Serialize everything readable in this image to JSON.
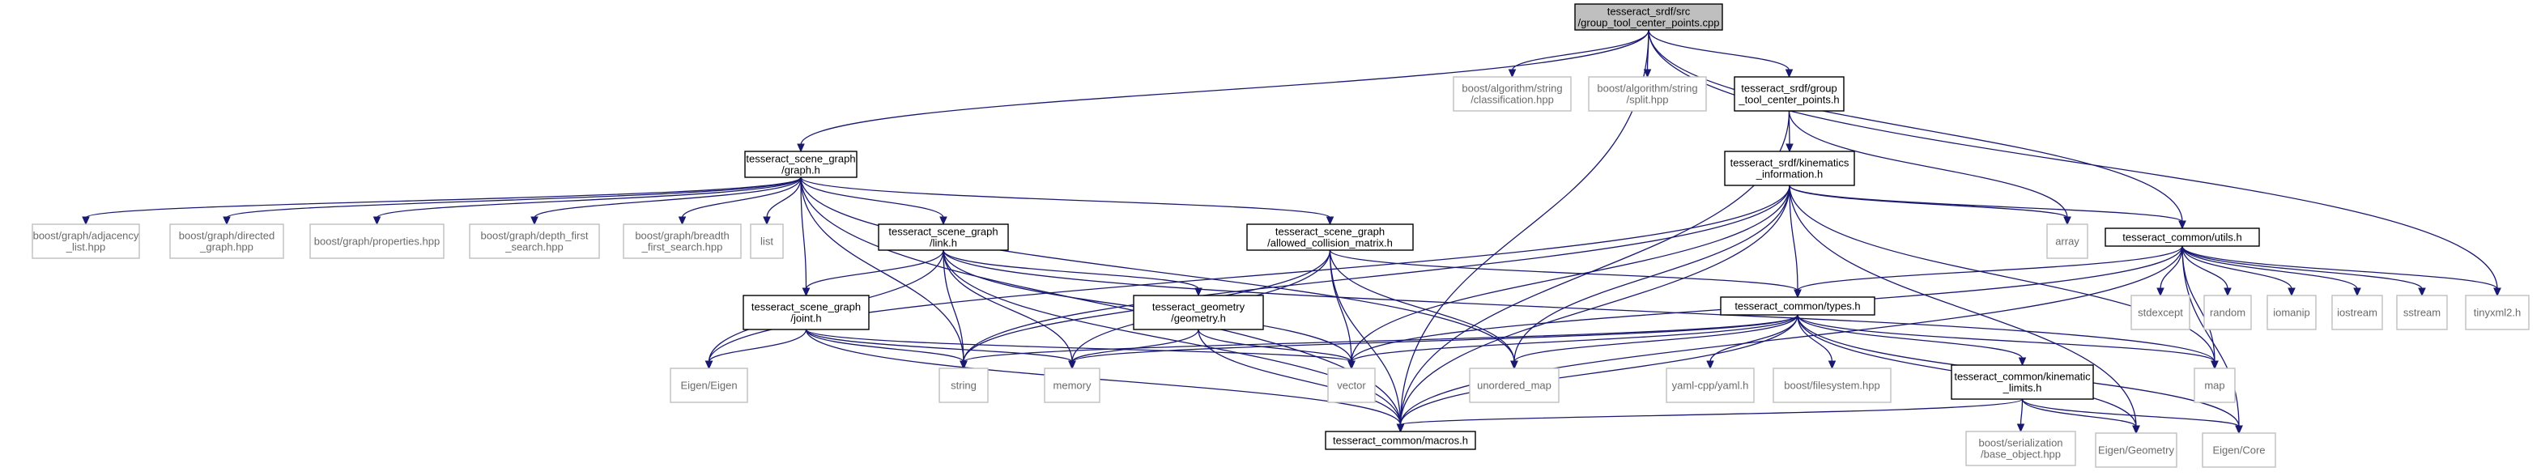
{
  "graph": {
    "title": "tesseract_srdf/src/group_tool_center_points.cpp include dependency graph",
    "colors": {
      "edge": "#191970",
      "root_fill": "#bfbfbf",
      "root_border": "#000000",
      "file_border": "#000000",
      "external_border": "#bfbfbf",
      "external_text": "#6a6a6a",
      "text": "#000000"
    },
    "nodes": [
      {
        "id": "root",
        "lines": [
          "tesseract_srdf/src",
          "/group_tool_center_points.cpp"
        ],
        "kind": "root"
      },
      {
        "id": "boost-string-classification",
        "lines": [
          "boost/algorithm/string",
          "/classification.hpp"
        ],
        "kind": "external"
      },
      {
        "id": "boost-string-split",
        "lines": [
          "boost/algorithm/string",
          "/split.hpp"
        ],
        "kind": "external"
      },
      {
        "id": "group-tcp",
        "lines": [
          "tesseract_srdf/group",
          "_tool_center_points.h"
        ],
        "kind": "file"
      },
      {
        "id": "kinematics-info",
        "lines": [
          "tesseract_srdf/kinematics",
          "_information.h"
        ],
        "kind": "file"
      },
      {
        "id": "scene-graph",
        "lines": [
          "tesseract_scene_graph",
          "/graph.h"
        ],
        "kind": "file"
      },
      {
        "id": "adjacency-list",
        "lines": [
          "boost/graph/adjacency",
          "_list.hpp"
        ],
        "kind": "external"
      },
      {
        "id": "directed-graph",
        "lines": [
          "boost/graph/directed",
          "_graph.hpp"
        ],
        "kind": "external"
      },
      {
        "id": "properties",
        "lines": [
          "boost/graph/properties.hpp"
        ],
        "kind": "external"
      },
      {
        "id": "dfs",
        "lines": [
          "boost/graph/depth_first",
          "_search.hpp"
        ],
        "kind": "external"
      },
      {
        "id": "bfs",
        "lines": [
          "boost/graph/breadth",
          "_first_search.hpp"
        ],
        "kind": "external"
      },
      {
        "id": "list",
        "lines": [
          "list"
        ],
        "kind": "external"
      },
      {
        "id": "link",
        "lines": [
          "tesseract_scene_graph",
          "/link.h"
        ],
        "kind": "file"
      },
      {
        "id": "acm",
        "lines": [
          "tesseract_scene_graph",
          "/allowed_collision_matrix.h"
        ],
        "kind": "file"
      },
      {
        "id": "array",
        "lines": [
          "array"
        ],
        "kind": "external"
      },
      {
        "id": "utils",
        "lines": [
          "tesseract_common/utils.h"
        ],
        "kind": "file"
      },
      {
        "id": "joint",
        "lines": [
          "tesseract_scene_graph",
          "/joint.h"
        ],
        "kind": "file"
      },
      {
        "id": "geometry",
        "lines": [
          "tesseract_geometry",
          "/geometry.h"
        ],
        "kind": "file"
      },
      {
        "id": "types",
        "lines": [
          "tesseract_common/types.h"
        ],
        "kind": "file"
      },
      {
        "id": "stdexcept",
        "lines": [
          "stdexcept"
        ],
        "kind": "external"
      },
      {
        "id": "random",
        "lines": [
          "random"
        ],
        "kind": "external"
      },
      {
        "id": "iomanip",
        "lines": [
          "iomanip"
        ],
        "kind": "external"
      },
      {
        "id": "iostream",
        "lines": [
          "iostream"
        ],
        "kind": "external"
      },
      {
        "id": "sstream",
        "lines": [
          "sstream"
        ],
        "kind": "external"
      },
      {
        "id": "tinyxml2",
        "lines": [
          "tinyxml2.h"
        ],
        "kind": "external"
      },
      {
        "id": "eigen-eigen",
        "lines": [
          "Eigen/Eigen"
        ],
        "kind": "external"
      },
      {
        "id": "string",
        "lines": [
          "string"
        ],
        "kind": "external"
      },
      {
        "id": "memory",
        "lines": [
          "memory"
        ],
        "kind": "external"
      },
      {
        "id": "vector",
        "lines": [
          "vector"
        ],
        "kind": "external"
      },
      {
        "id": "unordered-map",
        "lines": [
          "unordered_map"
        ],
        "kind": "external"
      },
      {
        "id": "yaml",
        "lines": [
          "yaml-cpp/yaml.h"
        ],
        "kind": "external"
      },
      {
        "id": "boost-filesystem",
        "lines": [
          "boost/filesystem.hpp"
        ],
        "kind": "external"
      },
      {
        "id": "kinematic-limits",
        "lines": [
          "tesseract_common/kinematic",
          "_limits.h"
        ],
        "kind": "file"
      },
      {
        "id": "map",
        "lines": [
          "map"
        ],
        "kind": "external"
      },
      {
        "id": "base-object",
        "lines": [
          "boost/serialization",
          "/base_object.hpp"
        ],
        "kind": "external"
      },
      {
        "id": "eigen-geometry",
        "lines": [
          "Eigen/Geometry"
        ],
        "kind": "external"
      },
      {
        "id": "eigen-core",
        "lines": [
          "Eigen/Core"
        ],
        "kind": "external"
      },
      {
        "id": "macros",
        "lines": [
          "tesseract_common/macros.h"
        ],
        "kind": "file"
      }
    ],
    "edges": [
      [
        "root",
        "boost-string-classification"
      ],
      [
        "root",
        "boost-string-split"
      ],
      [
        "root",
        "group-tcp"
      ],
      [
        "root",
        "scene-graph"
      ],
      [
        "root",
        "utils"
      ],
      [
        "root",
        "tinyxml2"
      ],
      [
        "root",
        "macros"
      ],
      [
        "group-tcp",
        "kinematics-info"
      ],
      [
        "group-tcp",
        "array"
      ],
      [
        "group-tcp",
        "macros"
      ],
      [
        "kinematics-info",
        "string"
      ],
      [
        "kinematics-info",
        "vector"
      ],
      [
        "kinematics-info",
        "unordered-map"
      ],
      [
        "kinematics-info",
        "array"
      ],
      [
        "kinematics-info",
        "utils"
      ],
      [
        "kinematics-info",
        "types"
      ],
      [
        "kinematics-info",
        "map"
      ],
      [
        "kinematics-info",
        "eigen-geometry"
      ],
      [
        "kinematics-info",
        "eigen-eigen"
      ],
      [
        "kinematics-info",
        "macros"
      ],
      [
        "scene-graph",
        "adjacency-list"
      ],
      [
        "scene-graph",
        "directed-graph"
      ],
      [
        "scene-graph",
        "properties"
      ],
      [
        "scene-graph",
        "dfs"
      ],
      [
        "scene-graph",
        "bfs"
      ],
      [
        "scene-graph",
        "list"
      ],
      [
        "scene-graph",
        "link"
      ],
      [
        "scene-graph",
        "acm"
      ],
      [
        "scene-graph",
        "joint"
      ],
      [
        "scene-graph",
        "string"
      ],
      [
        "scene-graph",
        "unordered-map"
      ],
      [
        "scene-graph",
        "macros"
      ],
      [
        "link",
        "eigen-eigen"
      ],
      [
        "link",
        "joint"
      ],
      [
        "link",
        "geometry"
      ],
      [
        "link",
        "string"
      ],
      [
        "link",
        "memory"
      ],
      [
        "link",
        "vector"
      ],
      [
        "link",
        "map"
      ],
      [
        "link",
        "macros"
      ],
      [
        "acm",
        "string"
      ],
      [
        "acm",
        "memory"
      ],
      [
        "acm",
        "vector"
      ],
      [
        "acm",
        "unordered-map"
      ],
      [
        "acm",
        "types"
      ],
      [
        "acm",
        "macros"
      ],
      [
        "joint",
        "eigen-eigen"
      ],
      [
        "joint",
        "string"
      ],
      [
        "joint",
        "memory"
      ],
      [
        "joint",
        "vector"
      ],
      [
        "joint",
        "macros"
      ],
      [
        "geometry",
        "memory"
      ],
      [
        "geometry",
        "vector"
      ],
      [
        "geometry",
        "macros"
      ],
      [
        "utils",
        "stdexcept"
      ],
      [
        "utils",
        "random"
      ],
      [
        "utils",
        "iomanip"
      ],
      [
        "utils",
        "iostream"
      ],
      [
        "utils",
        "sstream"
      ],
      [
        "utils",
        "tinyxml2"
      ],
      [
        "utils",
        "types"
      ],
      [
        "utils",
        "eigen-core"
      ],
      [
        "utils",
        "vector"
      ],
      [
        "utils",
        "map"
      ],
      [
        "utils",
        "macros"
      ],
      [
        "types",
        "string"
      ],
      [
        "types",
        "memory"
      ],
      [
        "types",
        "vector"
      ],
      [
        "types",
        "unordered-map"
      ],
      [
        "types",
        "yaml"
      ],
      [
        "types",
        "boost-filesystem"
      ],
      [
        "types",
        "kinematic-limits"
      ],
      [
        "types",
        "map"
      ],
      [
        "types",
        "eigen-geometry"
      ],
      [
        "types",
        "eigen-core"
      ],
      [
        "types",
        "macros"
      ],
      [
        "kinematic-limits",
        "base-object"
      ],
      [
        "kinematic-limits",
        "eigen-geometry"
      ],
      [
        "kinematic-limits",
        "eigen-core"
      ],
      [
        "kinematic-limits",
        "macros"
      ]
    ]
  }
}
